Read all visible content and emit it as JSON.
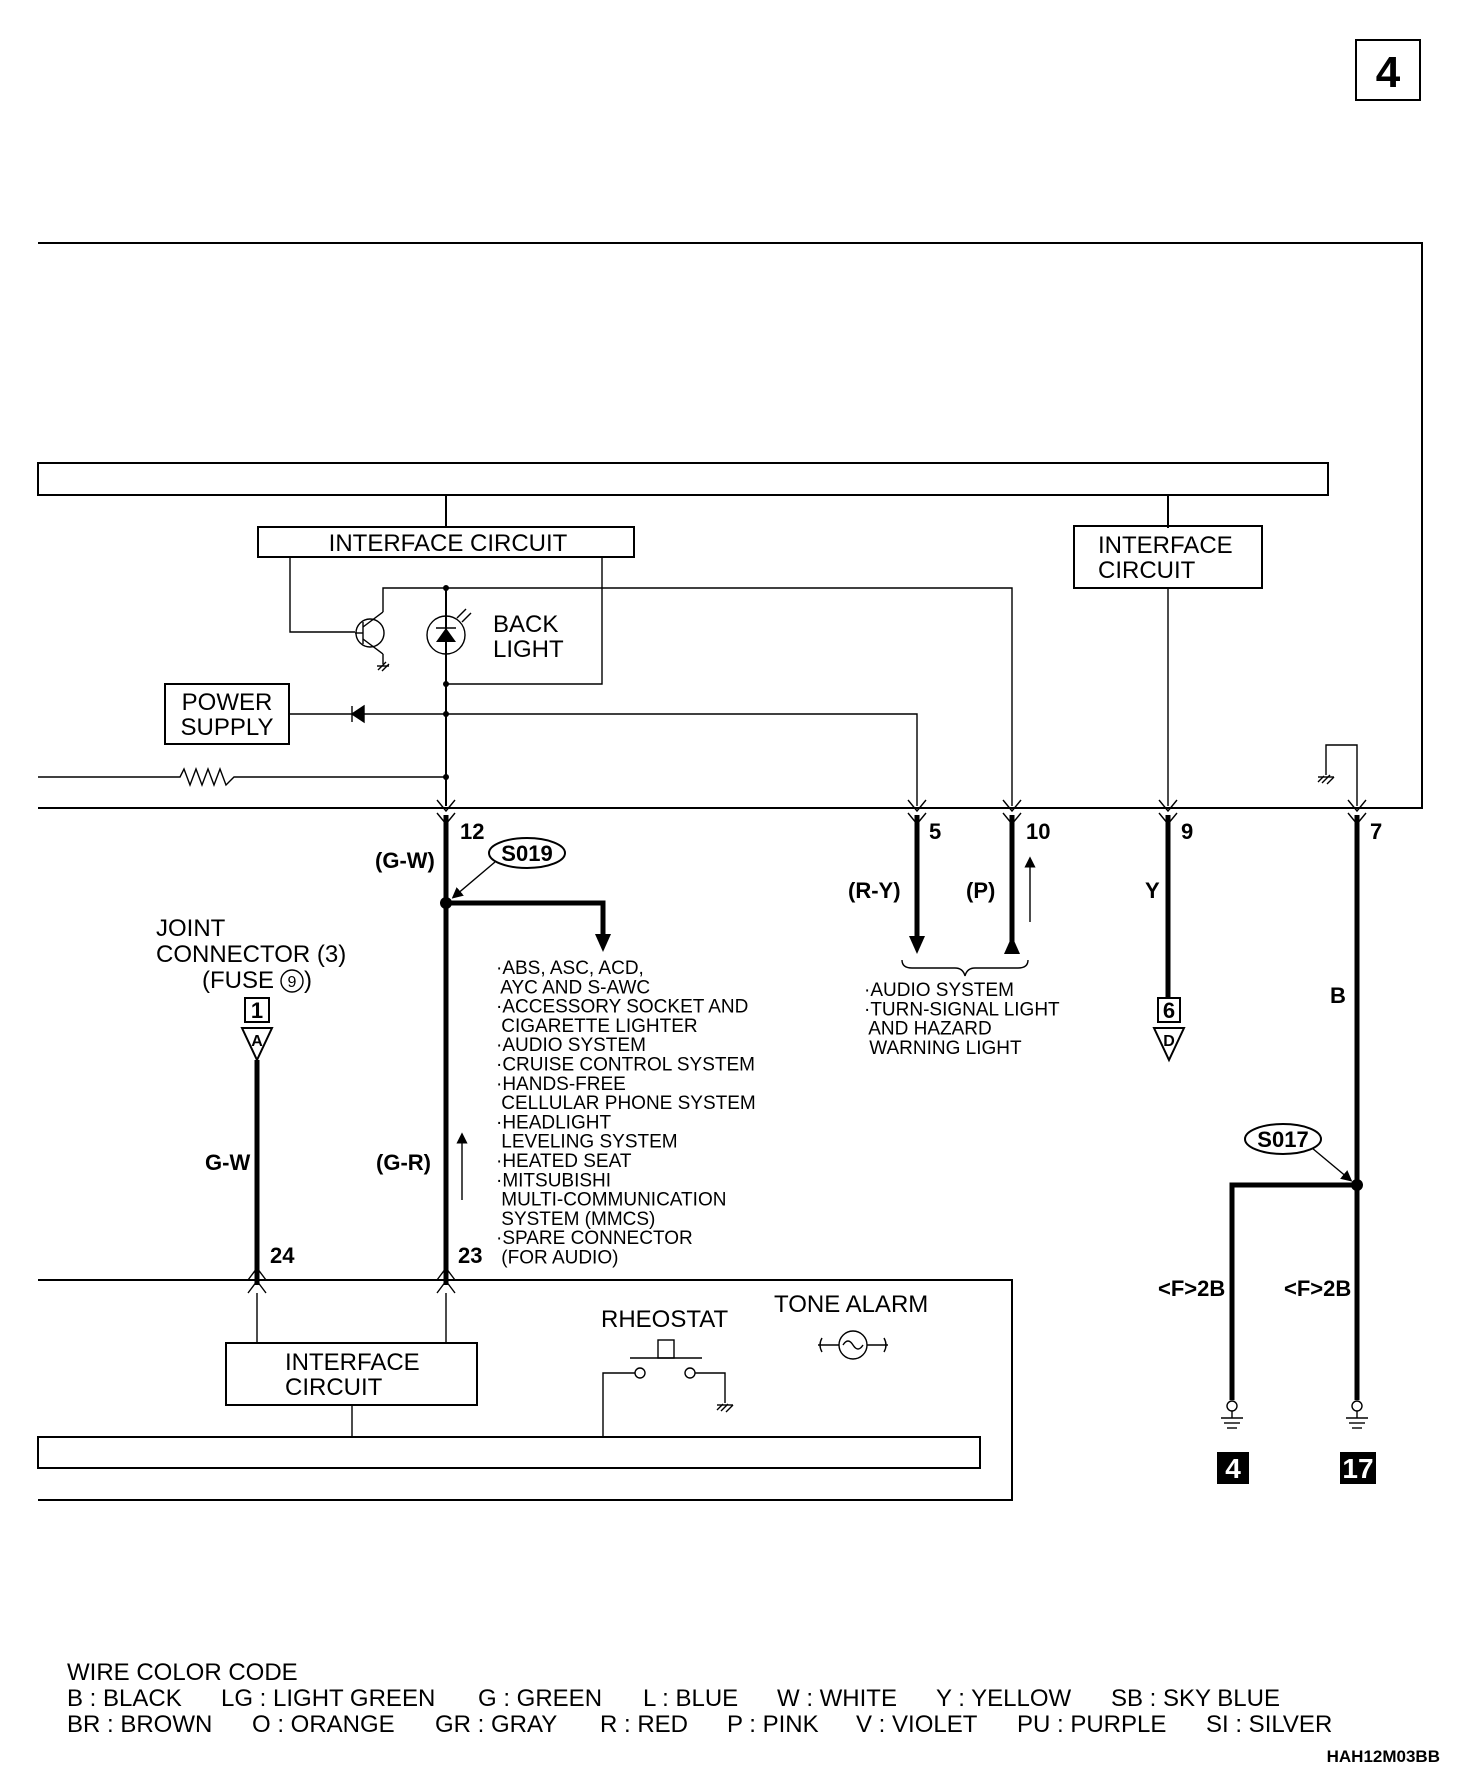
{
  "page_number": "4",
  "diagram_code": "HAH12M03BB",
  "blocks": {
    "interface_circuit_top_left": "INTERFACE CIRCUIT",
    "interface_circuit_top_right": [
      "INTERFACE",
      "CIRCUIT"
    ],
    "interface_circuit_bottom": [
      "INTERFACE",
      "CIRCUIT"
    ],
    "power_supply": [
      "POWER",
      "SUPPLY"
    ],
    "back_light": [
      "BACK",
      "LIGHT"
    ],
    "rheostat": "RHEOSTAT",
    "tone_alarm": "TONE ALARM"
  },
  "terminals": {
    "t12": "12",
    "t5": "5",
    "t10": "10",
    "t9": "9",
    "t7": "7",
    "t24": "24",
    "t23": "23"
  },
  "wire_colors": {
    "gw_top": "(G-W)",
    "ry": "(R-Y)",
    "p": "(P)",
    "y": "Y",
    "b": "B",
    "gw_left": "G-W",
    "gr": "(G-R)"
  },
  "splices": {
    "s019": "S019",
    "s017": "S017"
  },
  "joint_connector": {
    "lines": [
      "JOINT",
      "CONNECTOR (3)",
      "(FUSE"
    ],
    "fuse_num": "9",
    "box_num": "1",
    "pin": "A"
  },
  "connector_6": {
    "box_num": "6",
    "pin": "D"
  },
  "system_list_s019": [
    "·ABS, ASC, ACD,",
    " AYC AND S-AWC",
    "·ACCESSORY SOCKET AND",
    " CIGARETTE LIGHTER",
    "·AUDIO SYSTEM",
    "·CRUISE CONTROL SYSTEM",
    "·HANDS-FREE",
    " CELLULAR PHONE SYSTEM",
    "·HEADLIGHT",
    " LEVELING SYSTEM",
    "·HEATED SEAT",
    "·MITSUBISHI",
    " MULTI-COMMUNICATION",
    " SYSTEM (MMCS)",
    "·SPARE CONNECTOR",
    " (FOR AUDIO)"
  ],
  "system_list_audio": [
    "·AUDIO SYSTEM",
    "·TURN-SIGNAL LIGHT",
    " AND HAZARD",
    " WARNING LIGHT"
  ],
  "ground_refs": {
    "left_label": "<F>2B",
    "right_label": "<F>2B",
    "left_num": "4",
    "right_num": "17"
  },
  "wire_color_code": {
    "title": "WIRE COLOR CODE",
    "row1": [
      "B : BLACK",
      "LG : LIGHT GREEN",
      "G : GREEN",
      "L : BLUE",
      "W : WHITE",
      "Y : YELLOW",
      "SB : SKY BLUE"
    ],
    "row2": [
      "BR : BROWN",
      "O : ORANGE",
      "GR : GRAY",
      "R : RED",
      "P : PINK",
      "V : VIOLET",
      "PU : PURPLE",
      "SI : SILVER"
    ]
  }
}
